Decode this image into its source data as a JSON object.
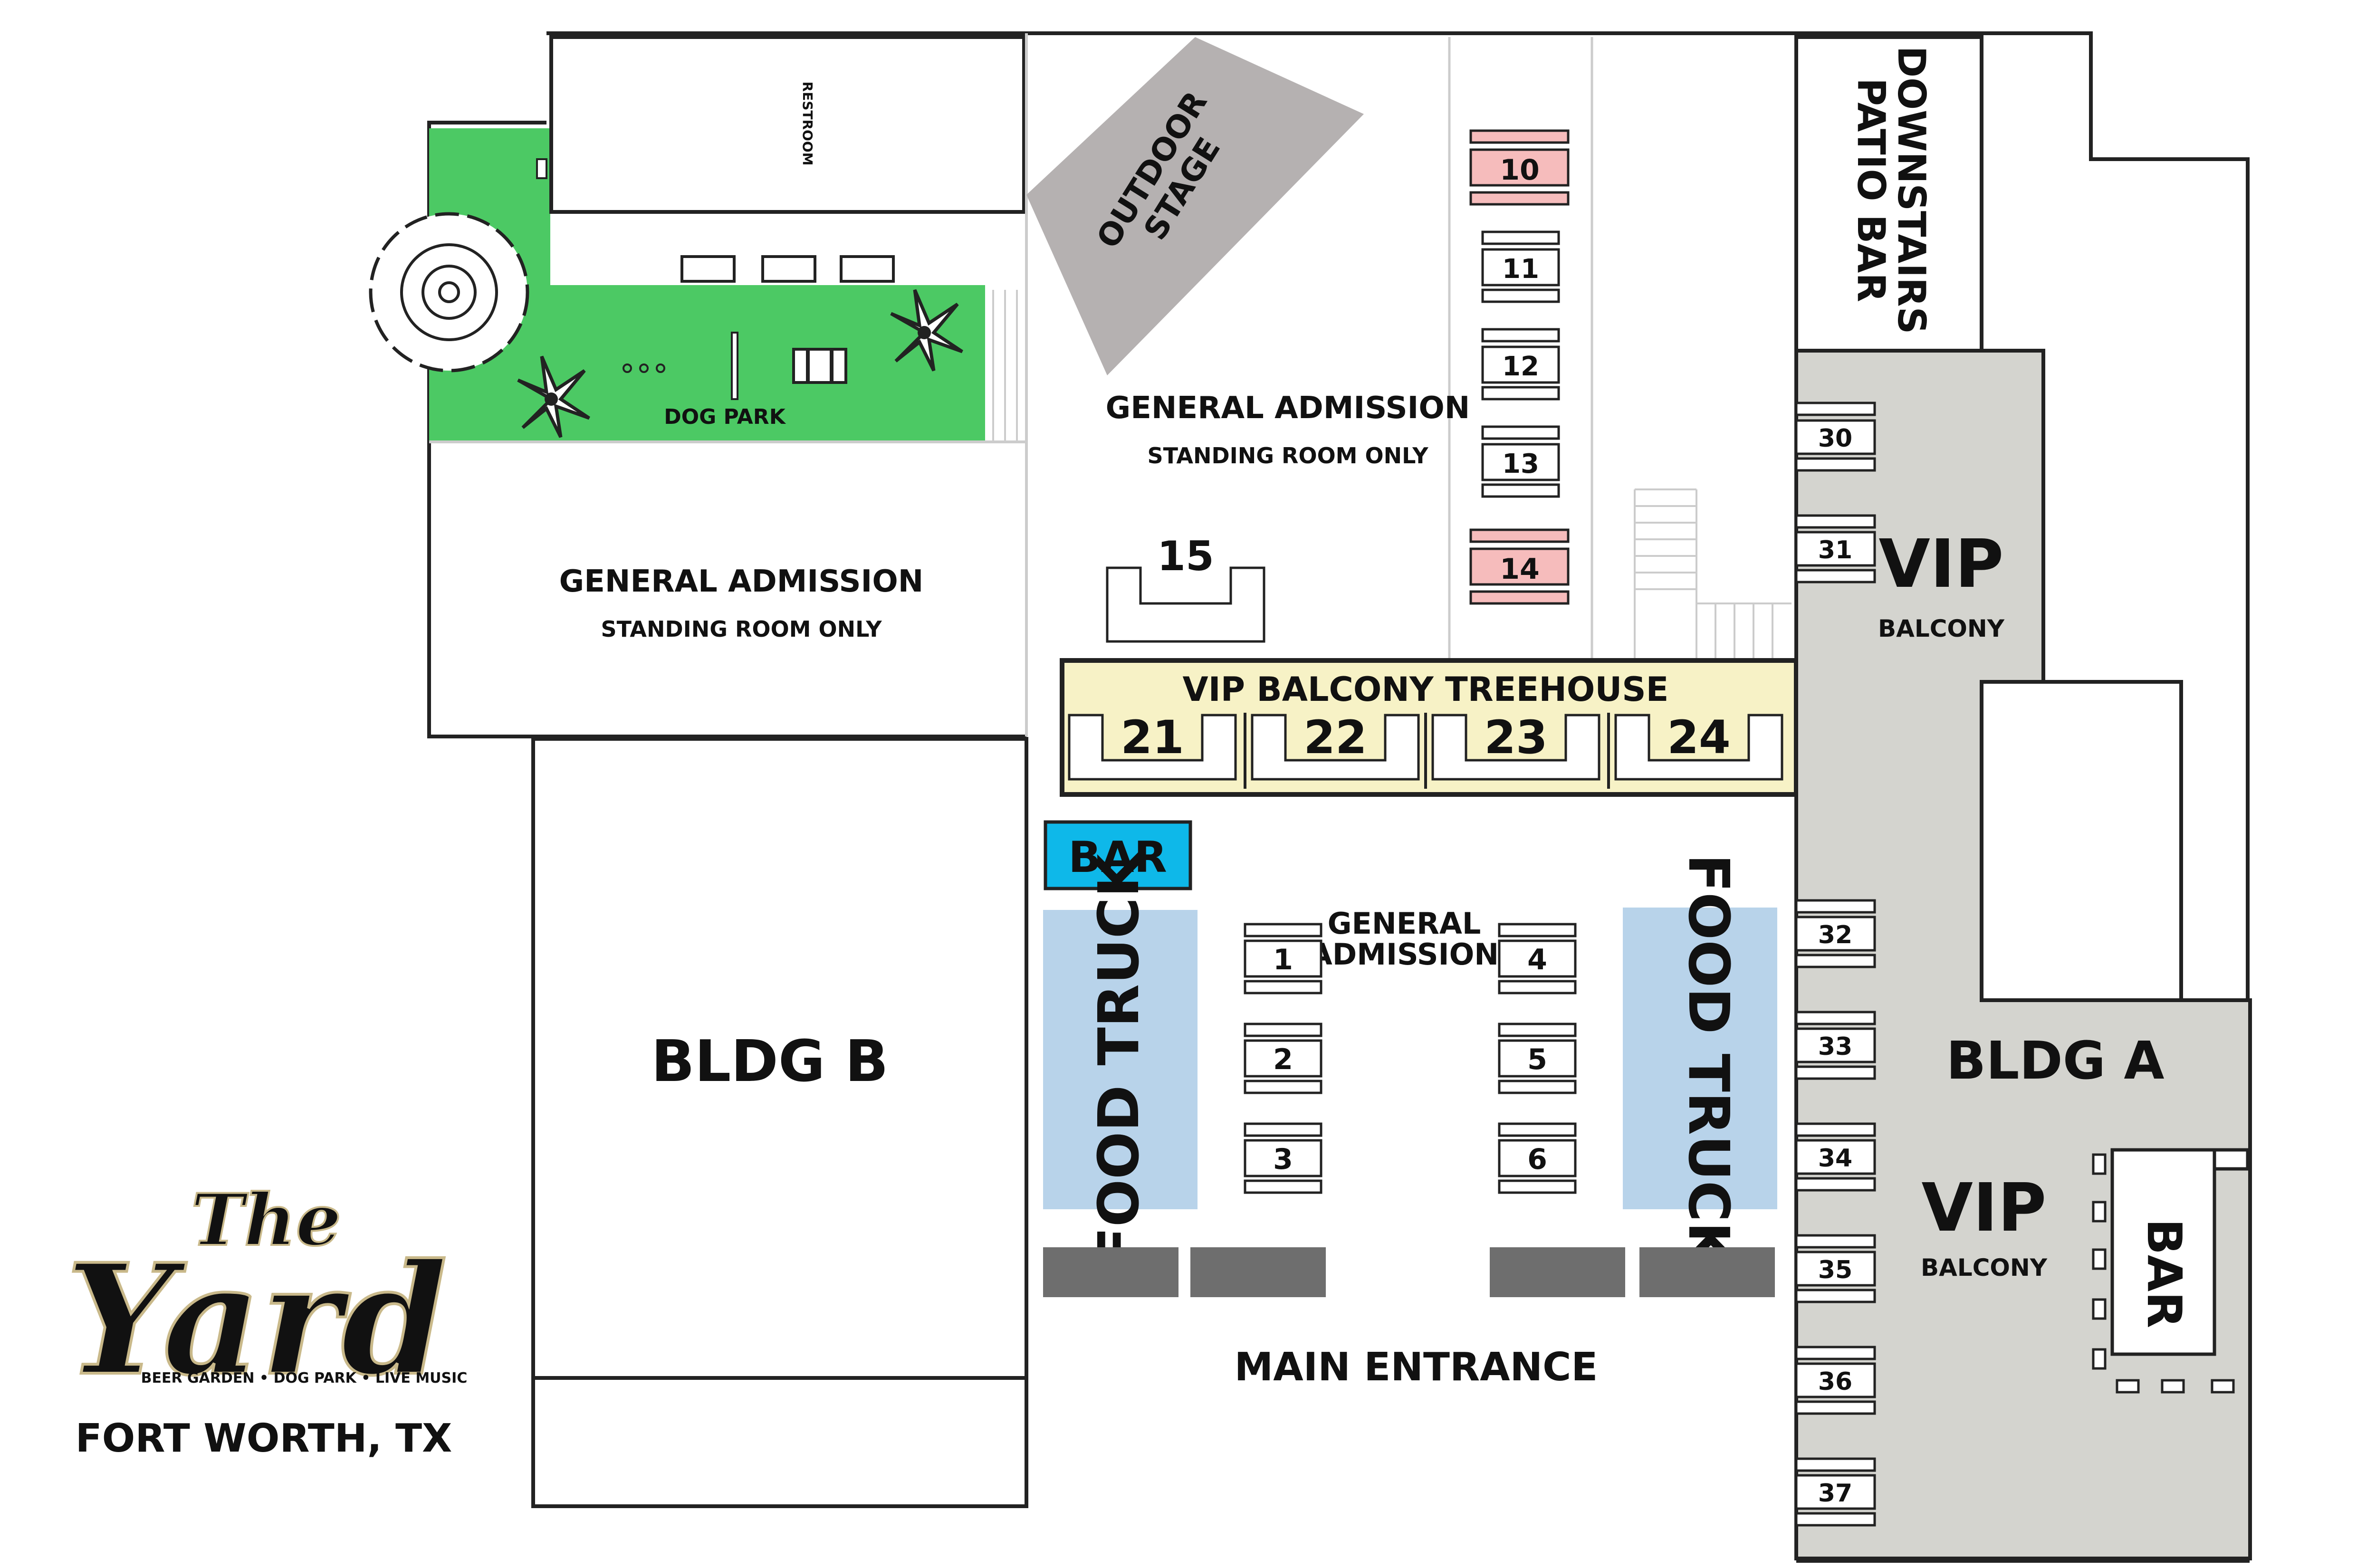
{
  "map": {
    "labels": {
      "restroom": "RESTROOM",
      "outdoor_stage_line1": "OUTDOOR",
      "outdoor_stage_line2": "STAGE",
      "downstairs_line1": "DOWNSTAIRS",
      "downstairs_line2": "PATIO BAR",
      "dog_park": "DOG PARK",
      "ga_left_title": "GENERAL ADMISSION",
      "ga_left_sub": "STANDING ROOM ONLY",
      "ga_mid_title": "GENERAL ADMISSION",
      "ga_mid_sub": "STANDING ROOM ONLY",
      "treehouse": "VIP BALCONY TREEHOUSE",
      "bar_blue": "BAR",
      "food_truck_left": "FOOD TRUCK",
      "food_truck_right": "FOOD TRUCK",
      "ga_center_line1": "GENERAL",
      "ga_center_line2": "ADMISSION",
      "bldg_b": "BLDG B",
      "bldg_a": "BLDG A",
      "vip_top": "VIP",
      "vip_top_sub": "BALCONY",
      "vip_bottom": "VIP",
      "vip_bottom_sub": "BALCONY",
      "bar_right": "BAR",
      "main_entrance": "MAIN ENTRANCE"
    },
    "tables": {
      "t1": "1",
      "t2": "2",
      "t3": "3",
      "t4": "4",
      "t5": "5",
      "t6": "6",
      "t10": "10",
      "t11": "11",
      "t12": "12",
      "t13": "13",
      "t14": "14",
      "t15": "15",
      "t21": "21",
      "t22": "22",
      "t23": "23",
      "t24": "24",
      "t30": "30",
      "t31": "31",
      "t32": "32",
      "t33": "33",
      "t34": "34",
      "t35": "35",
      "t36": "36",
      "t37": "37"
    },
    "colors": {
      "dog_park_green": "#4cc964",
      "treehouse_yellow": "#f7f2c6",
      "vip_gray": "#d4d4cf",
      "stage_gray": "#b5b1b1",
      "bar_cyan": "#0eb8e9",
      "food_truck_blue": "#b8d3ea",
      "highlight_pink": "#f6bcbc",
      "barrier_gray": "#6e6e6e"
    }
  },
  "logo": {
    "the": "The",
    "yard": "Yard",
    "tagline": "BEER GARDEN • DOG PARK • LIVE MUSIC",
    "location": "FORT WORTH, TX"
  }
}
